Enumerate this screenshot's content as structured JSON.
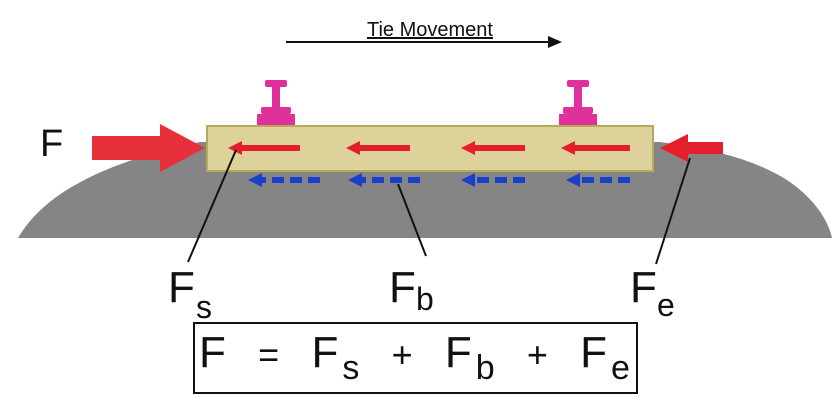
{
  "movement_label": "Tie Movement",
  "force_label": "F",
  "labels": {
    "fs": {
      "main": "F",
      "sub": "s"
    },
    "fb": {
      "main": "F",
      "sub": "b"
    },
    "fe": {
      "main": "F",
      "sub": "e"
    }
  },
  "equation": {
    "lhs": "F",
    "equals": "=",
    "plus": "+",
    "terms": [
      {
        "main": "F",
        "sub": "s"
      },
      {
        "main": "F",
        "sub": "b"
      },
      {
        "main": "F",
        "sub": "e"
      }
    ]
  },
  "colors": {
    "ballast": "#858585",
    "tie": "#ddd39a",
    "tie_border": "#b8a95a",
    "rail": "#e0309c",
    "force_arrow": "#e8303c",
    "shoulder_arrow": "#e51e2b",
    "base_arrow": "#1a3fc9"
  }
}
